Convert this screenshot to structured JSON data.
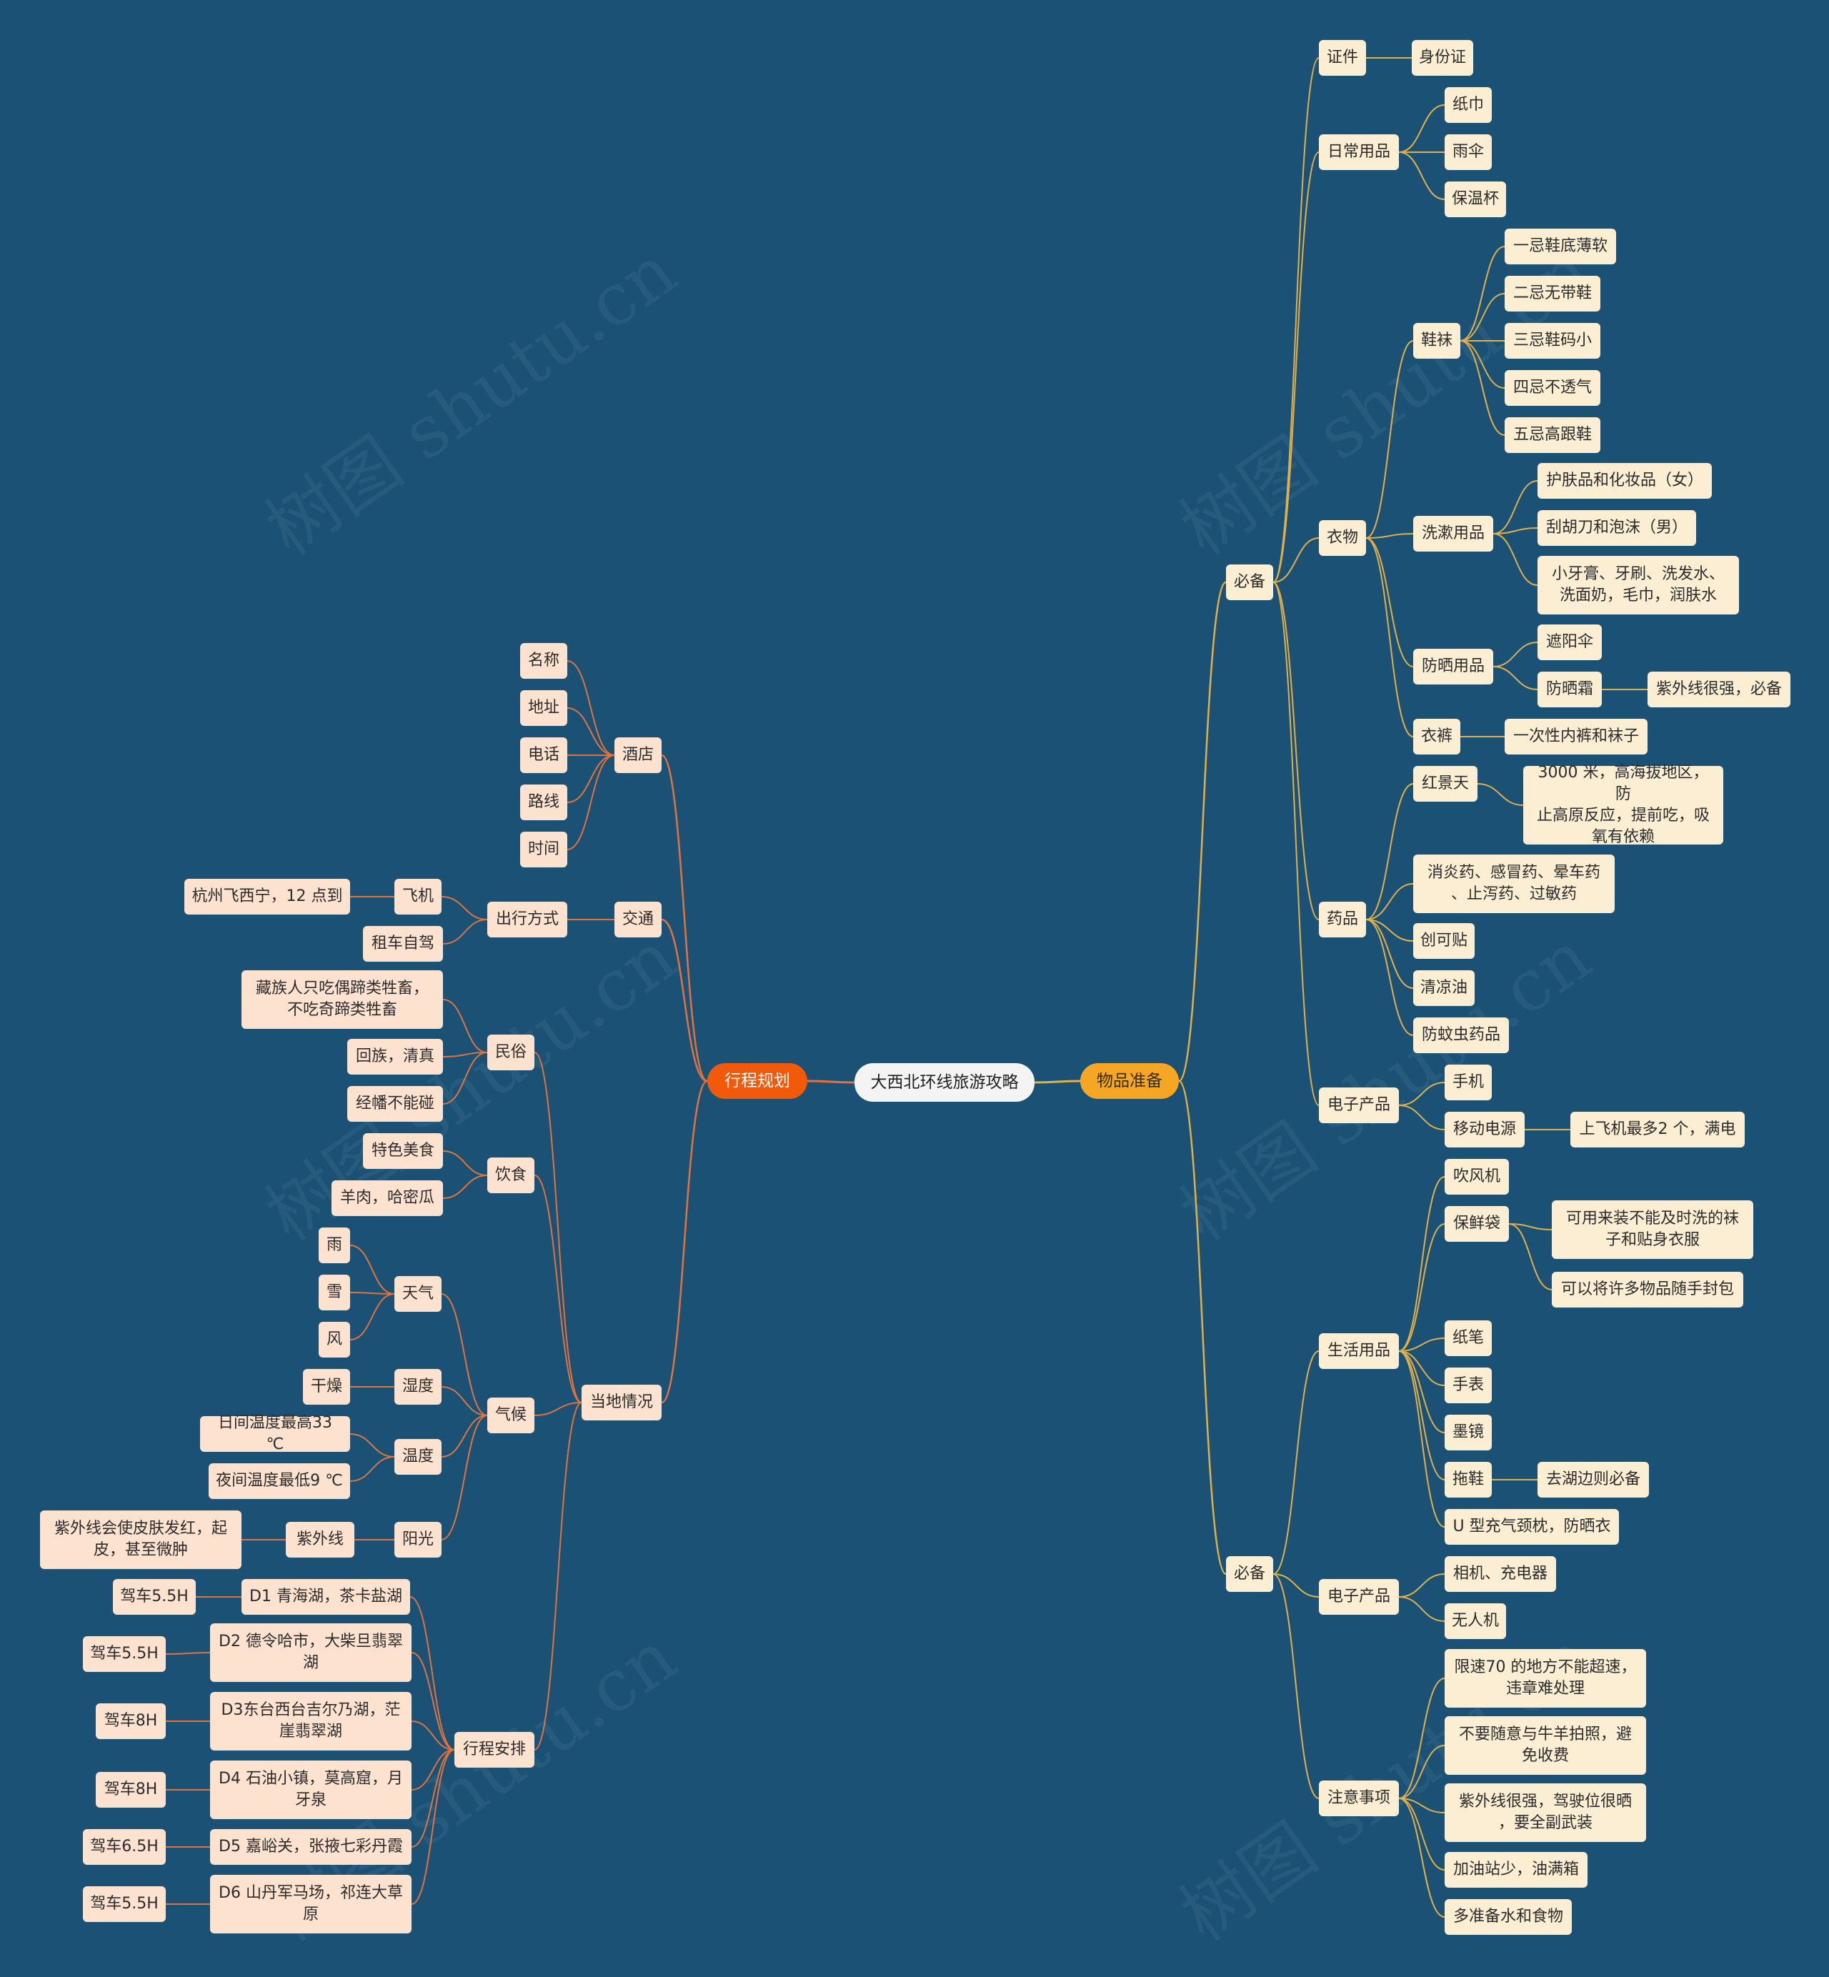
{
  "title": "大西北环线旅游攻略",
  "colors": {
    "background": "#1a5175",
    "right_line": "#e2b04a",
    "left_line": "#e0733e"
  },
  "watermark": "树图 shutu.cn",
  "right": {
    "label": "物品准备",
    "children": [
      {
        "label": "必备",
        "children": [
          {
            "label": "证件",
            "children": [
              {
                "label": "身份证"
              }
            ]
          },
          {
            "label": "日常用品",
            "children": [
              {
                "label": "纸巾"
              },
              {
                "label": "雨伞"
              },
              {
                "label": "保温杯"
              }
            ]
          },
          {
            "label": "衣物",
            "children": [
              {
                "label": "鞋袜",
                "children": [
                  {
                    "label": "一忌鞋底薄软"
                  },
                  {
                    "label": "二忌无带鞋"
                  },
                  {
                    "label": "三忌鞋码小"
                  },
                  {
                    "label": "四忌不透气"
                  },
                  {
                    "label": "五忌高跟鞋"
                  }
                ]
              },
              {
                "label": "洗漱用品",
                "children": [
                  {
                    "label": "护肤品和化妆品（女）"
                  },
                  {
                    "label": "刮胡刀和泡沫（男）"
                  },
                  {
                    "label": "小牙膏、牙刷、洗发水、\n洗面奶，毛巾，润肤水"
                  }
                ]
              },
              {
                "label": "防晒用品",
                "children": [
                  {
                    "label": "遮阳伞"
                  },
                  {
                    "label": "防晒霜",
                    "children": [
                      {
                        "label": "紫外线很强，必备"
                      }
                    ]
                  }
                ]
              },
              {
                "label": "衣裤",
                "children": [
                  {
                    "label": "一次性内裤和袜子"
                  }
                ]
              }
            ]
          },
          {
            "label": "药品",
            "children": [
              {
                "label": "红景天",
                "children": [
                  {
                    "label": "3000 米，高海拔地区，防\n止高原反应，提前吃，吸\n氧有依赖"
                  }
                ]
              },
              {
                "label": "消炎药、感冒药、晕车药\n、止泻药、过敏药"
              },
              {
                "label": "创可贴"
              },
              {
                "label": "清凉油"
              },
              {
                "label": "防蚊虫药品"
              }
            ]
          },
          {
            "label": "电子产品",
            "children": [
              {
                "label": "手机"
              },
              {
                "label": "移动电源",
                "children": [
                  {
                    "label": "上飞机最多2 个，满电"
                  }
                ]
              }
            ]
          }
        ]
      },
      {
        "label": "必备",
        "children": [
          {
            "label": "生活用品",
            "children": [
              {
                "label": "吹风机"
              },
              {
                "label": "保鲜袋",
                "children": [
                  {
                    "label": "可用来装不能及时洗的袜\n子和贴身衣服"
                  },
                  {
                    "label": "可以将许多物品随手封包"
                  }
                ]
              },
              {
                "label": "纸笔"
              },
              {
                "label": "手表"
              },
              {
                "label": "墨镜"
              },
              {
                "label": "拖鞋",
                "children": [
                  {
                    "label": "去湖边则必备"
                  }
                ]
              },
              {
                "label": "U 型充气颈枕，防晒衣"
              }
            ]
          },
          {
            "label": "电子产品",
            "children": [
              {
                "label": "相机、充电器"
              },
              {
                "label": "无人机"
              }
            ]
          },
          {
            "label": "注意事项",
            "children": [
              {
                "label": "限速70 的地方不能超速，\n违章难处理"
              },
              {
                "label": "不要随意与牛羊拍照，避\n免收费"
              },
              {
                "label": "紫外线很强，驾驶位很晒\n，要全副武装"
              },
              {
                "label": "加油站少，油满箱"
              },
              {
                "label": "多准备水和食物"
              }
            ]
          }
        ]
      }
    ]
  },
  "left": {
    "label": "行程规划",
    "children": [
      {
        "label": "酒店",
        "children": [
          {
            "label": "名称"
          },
          {
            "label": "地址"
          },
          {
            "label": "电话"
          },
          {
            "label": "路线"
          },
          {
            "label": "时间"
          }
        ]
      },
      {
        "label": "交通",
        "children": [
          {
            "label": "出行方式",
            "children": [
              {
                "label": "飞机",
                "children": [
                  {
                    "label": "杭州飞西宁，12 点到"
                  }
                ]
              },
              {
                "label": "租车自驾"
              }
            ]
          }
        ]
      },
      {
        "label": "当地情况",
        "children": [
          {
            "label": "民俗",
            "children": [
              {
                "label": "藏族人只吃偶蹄类牲畜，\n不吃奇蹄类牲畜"
              },
              {
                "label": "回族，清真"
              },
              {
                "label": "经幡不能碰"
              }
            ]
          },
          {
            "label": "饮食",
            "children": [
              {
                "label": "特色美食"
              },
              {
                "label": "羊肉，哈密瓜"
              }
            ]
          },
          {
            "label": "气候",
            "children": [
              {
                "label": "天气",
                "children": [
                  {
                    "label": "雨"
                  },
                  {
                    "label": "雪"
                  },
                  {
                    "label": "风"
                  }
                ]
              },
              {
                "label": "湿度",
                "children": [
                  {
                    "label": "干燥"
                  }
                ]
              },
              {
                "label": "温度",
                "children": [
                  {
                    "label": "日间温度最高33 ℃"
                  },
                  {
                    "label": "夜间温度最低9 ℃"
                  }
                ]
              },
              {
                "label": "阳光",
                "children": [
                  {
                    "label": "紫外线",
                    "children": [
                      {
                        "label": "紫外线会使皮肤发红，起\n皮，甚至微肿"
                      }
                    ]
                  }
                ]
              }
            ]
          },
          {
            "label": "行程安排",
            "children": [
              {
                "label": "D1 青海湖，茶卡盐湖",
                "children": [
                  {
                    "label": "驾车5.5H"
                  }
                ]
              },
              {
                "label": "D2 德令哈市，大柴旦翡翠\n湖",
                "children": [
                  {
                    "label": "驾车5.5H"
                  }
                ]
              },
              {
                "label": "D3东台西台吉尔乃湖，茫\n崖翡翠湖",
                "children": [
                  {
                    "label": "驾车8H"
                  }
                ]
              },
              {
                "label": "D4 石油小镇，莫高窟，月\n牙泉",
                "children": [
                  {
                    "label": "驾车8H"
                  }
                ]
              },
              {
                "label": "D5 嘉峪关，张掖七彩丹霞",
                "children": [
                  {
                    "label": "驾车6.5H"
                  }
                ]
              },
              {
                "label": "D6 山丹军马场，祁连大草\n原",
                "children": [
                  {
                    "label": "驾车5.5H"
                  }
                ]
              }
            ]
          }
        ]
      }
    ]
  }
}
